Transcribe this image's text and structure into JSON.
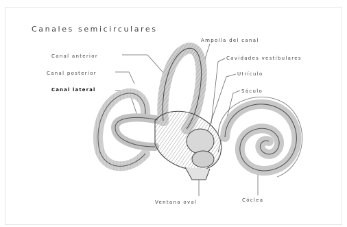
{
  "title": "Canales semicirculares",
  "labels": {
    "canal_anterior": "Canal anterior",
    "canal_posterior": "Canal posterior",
    "canal_lateral": "Canal lateral",
    "ampolla": "Ampolla del canal",
    "cavidades": "Cavidades vestibulares",
    "utriculo": "Utrículo",
    "saculo": "Sáculo",
    "ventana_oval": "Ventana oval",
    "coclea": "Cóclea"
  },
  "colors": {
    "line": "#555555",
    "text": "#444444",
    "shade": "#bdbdbd"
  }
}
